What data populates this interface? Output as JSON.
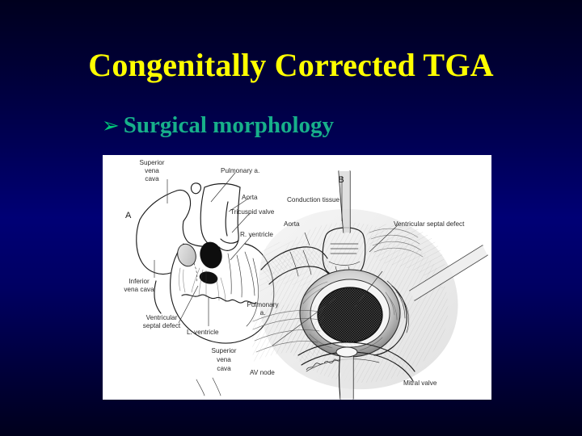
{
  "slide": {
    "title": "Congenitally Corrected TGA",
    "title_color": "#ffff00",
    "background_top_color": "#00001e",
    "background_mid_color": "#000075",
    "background_bottom_color": "#00001c"
  },
  "bullet": {
    "marker": "➢",
    "marker_color": "#00c878",
    "text": "Surgical morphology",
    "text_color": "#17b08a"
  },
  "figure": {
    "background_color": "#ffffff",
    "panels": [
      {
        "letter": "A",
        "description": "External view of heart in congenitally corrected transposition"
      },
      {
        "letter": "B",
        "description": "Intraoperative view through ventricular septal defect"
      }
    ],
    "labels_panel_a": [
      {
        "id": "panel-a-letter",
        "text": "A"
      },
      {
        "id": "superior-vena-cava-top",
        "text": "Superior\nvena\ncava"
      },
      {
        "id": "pulmonary-artery-top",
        "text": "Pulmonary a."
      },
      {
        "id": "aorta-a",
        "text": "Aorta"
      },
      {
        "id": "tricuspid-valve",
        "text": "Tricuspid valve"
      },
      {
        "id": "right-ventricle",
        "text": "R. ventricle"
      },
      {
        "id": "inferior-vena-cava",
        "text": "Inferior\nvena cava"
      },
      {
        "id": "ventricular-septal-defect-a",
        "text": "Ventricular\nseptal defect"
      },
      {
        "id": "left-ventricle",
        "text": "L. ventricle"
      },
      {
        "id": "superior-vena-cava-bottom",
        "text": "Superior\nvena\ncava"
      }
    ],
    "labels_panel_b": [
      {
        "id": "panel-b-letter",
        "text": "B"
      },
      {
        "id": "conduction-tissue",
        "text": "Conduction tissue"
      },
      {
        "id": "aorta-b",
        "text": "Aorta"
      },
      {
        "id": "ventricular-septal-defect-b",
        "text": "Ventricular septal defect"
      },
      {
        "id": "pulmonary-artery-b",
        "text": "Pulmonary\na."
      },
      {
        "id": "av-node",
        "text": "AV node"
      },
      {
        "id": "mitral-valve",
        "text": "Mitral valve"
      }
    ],
    "label_text": {
      "A": "A",
      "B": "B",
      "superior_vena_cava_l1": "Superior",
      "superior_vena_cava_l2": "vena",
      "superior_vena_cava_l3": "cava",
      "pulmonary_a": "Pulmonary a.",
      "aorta": "Aorta",
      "tricuspid_valve": "Tricuspid valve",
      "r_ventricle": "R. ventricle",
      "inferior_vena_cava_l1": "Inferior",
      "inferior_vena_cava_l2": "vena cava",
      "ventricular_septal_defect_l1": "Ventricular",
      "ventricular_septal_defect_l2": "septal defect",
      "l_ventricle": "L. ventricle",
      "svc2_l1": "Superior",
      "svc2_l2": "vena",
      "svc2_l3": "cava",
      "conduction_tissue": "Conduction tissue",
      "aorta_b": "Aorta",
      "vsd_b": "Ventricular septal defect",
      "pulmonary_b_l1": "Pulmonary",
      "pulmonary_b_l2": "a.",
      "av_node": "AV node",
      "mitral_valve": "Mitral valve"
    }
  }
}
